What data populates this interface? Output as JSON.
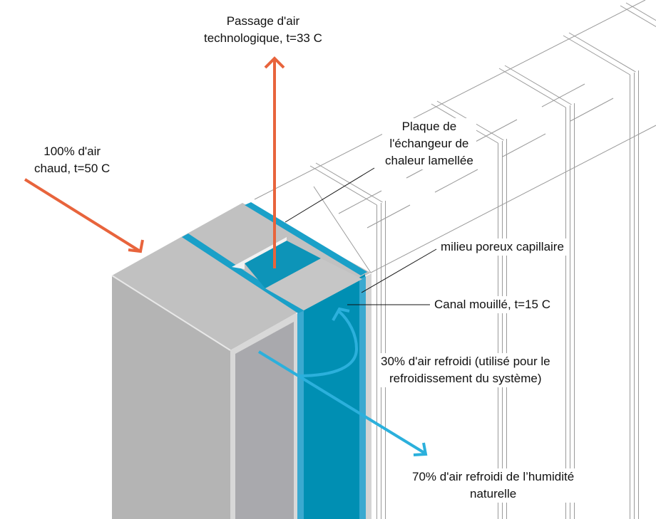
{
  "labels": {
    "tech_air": [
      "Passage d'air",
      "technologique, t=33 C"
    ],
    "hot_air": [
      "100% d'air",
      "chaud, t=50 C"
    ],
    "plate": [
      "Plaque de",
      "l'échangeur de",
      "chaleur lamellée"
    ],
    "porous": [
      "milieu poreux capillaire"
    ],
    "wet_channel": [
      "Canal mouillé, t=15 C"
    ],
    "cooled_30": [
      "30% d'air refroidi (utilisé pour le",
      "refroidissement du système)"
    ],
    "cooled_70": [
      "70% d'air refroidi de l’humidité",
      "naturelle"
    ]
  },
  "colors": {
    "hot_arrow": "#e8643c",
    "cold_arrow": "#2bb0dc",
    "channel": "#008fb3",
    "stripe": "#3aa9d0",
    "block": "#b4b4b4"
  }
}
